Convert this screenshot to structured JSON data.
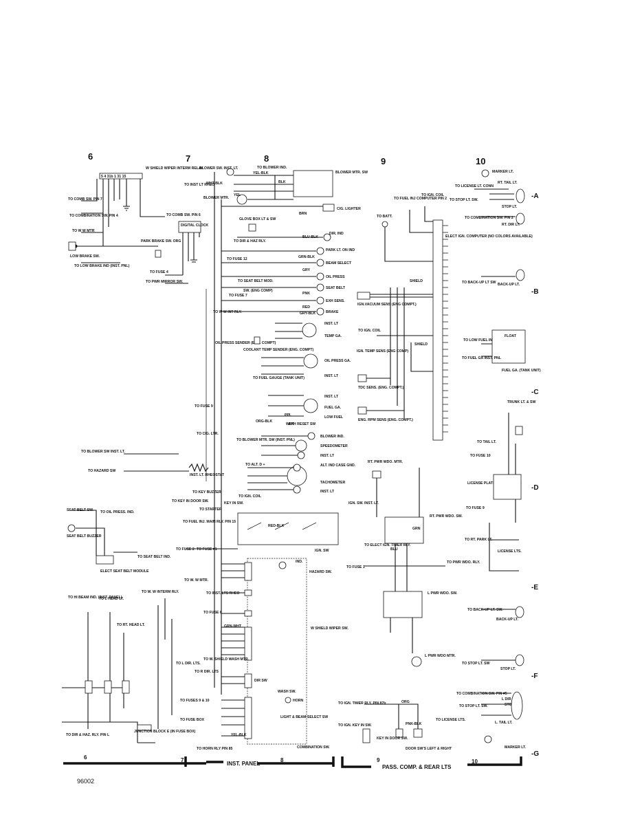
{
  "columns": [
    "6",
    "7",
    "8",
    "9",
    "10"
  ],
  "rows": [
    "-A",
    "-B",
    "-C",
    "-D",
    "-E",
    "-F",
    "-G"
  ],
  "labels": {
    "wshield_relay": "W SHIELD WIPER INTERM RELAY",
    "relay_pins": "5 4 31b 1 31 15",
    "comb_sw_pin7": "TO COMB SW. PIN 7",
    "combination_sw_pin4": "TO COMBINATION SW. PIN 4",
    "ww_mtr": "TO W W MTR",
    "low_brake_sw": "LOW BRAKE SW.",
    "park_brake_sw": "PARK BRAKE SW. ORG",
    "low_brake_ind": "TO LOW BRAKE IND (INST. PNL)",
    "comb_sw_pin6": "TO COMB SW. PIN 6",
    "digital_clock": "DIGITAL CLOCK",
    "fuse4": "TO FUSE 4",
    "pwr_mirror_sw": "TO PWR MIRROR SW.",
    "blower_sw_inst_lt": "BLOWER SW. INST. LT.",
    "blower_ind": "TO BLOWER IND.",
    "inst_lt_rheo": "TO INST LT RHEO",
    "blower_mtr": "BLOWER MTR.",
    "blower_mtr_sw": "BLOWER MTR. SW",
    "cig_lighter": "CIG. LIGHTER",
    "glove_box": "GLOVE BOX LT & SW",
    "dir_haz_rly": "TO DIR & HAZ RLY.",
    "dir_ind": "DIR. IND",
    "park_lt_on_ind": "PARK LT. ON IND",
    "beam_select": "BEAM SELECT",
    "oil_press": "OIL PRESS",
    "seat_belt": "SEAT BELT",
    "exh_sens": "EXH SENS.",
    "brake": "BRAKE",
    "seat_belt_mod": "TO SEAT BELT MOD.",
    "sw_eng_comp": "SW. (ENG COMP)",
    "fuse12": "TO FUSE 12",
    "fuse7": "TO FUSE 7",
    "ww_int_rly": "TO W W INT RLY.",
    "inst_lt": "INST. LT",
    "temp_ga": "TEMP GA.",
    "oil_press_sender": "OIL PRESS SENDER (ENG. COMPT)",
    "coolant_temp_sender": "COOLANT TEMP SENDER (ENG. COMPT)",
    "oil_press_ga": "OIL PRESS GA.",
    "fuel_gauge_tank": "TO FUEL GAUGE (TANK UNIT)",
    "fuel_ga": "FUEL GA.",
    "low_fuel": "LOW FUEL",
    "exh_reset_sw": "EXH RESET SW",
    "fuse9": "TO FUSE 9",
    "cig_ltr": "TO CIG. LTR.",
    "blower_mtr_sw_inst": "TO BLOWER MTR. SW (INST. PNL)",
    "blower_ind_full": "BLOWER IND.",
    "speedometer": "SPEEDOMETER",
    "blower_sw_inst_lt_to": "TO BLOWER SW INST. LT.",
    "hazard_sw_to": "TO HAZARD SW",
    "inst_lt_rheostat": "INST. LT. RHEOSTAT",
    "alt_d": "TO ALT. D +",
    "alt_ind": "ALT. IND CASE GND.",
    "tachometer": "TACHOMETER",
    "ign_coil": "TO IGN. COIL",
    "key_buzzer": "TO KEY BUZZER",
    "key_in_door_sw": "TO KEY IN DOOR SW.",
    "key_in_sw": "KEY IN SW.",
    "starter": "TO STARTER",
    "seat_belt_sw": "SEAT BELT SW.",
    "oil_press_ind": "TO OIL PRESS. IND.",
    "seat_belt_buzzer": "SEAT BELT BUZZER",
    "elect_seat_belt_module": "ELECT SEAT BELT MODULE",
    "seat_belt_ind": "TO SEAT BELT IND.",
    "fuel_inj_main": "TO FUEL INJ. MAIN RLY. PIN 15",
    "fuse2": "TO FUSE 2",
    "fuse1": "TO FUSE #1",
    "ign_sw": "IGN. SW",
    "hi_beam_ind": "TO HI BEAM IND. (INST. PANEL)",
    "l_head_lt": "TO L HEAD LT.",
    "rt_head_lt": "TO RT. HEAD LT.",
    "ww_interm_rly": "TO W. W INTERM RLY.",
    "ww_mtr2": "TO W. W MTR.",
    "inst_lts_rheo": "TO INST. LTS RHEO",
    "fuse6": "TO FUSE 6",
    "hazard_sw": "HAZARD SW.",
    "wshield_wiper_sw": "W SHIELD WIPER SW.",
    "l_dir_lts": "TO L DIR. LTS.",
    "wshield_wash_mtr": "TO W. SHIELD WASH MTR.",
    "r_dir_lts": "TO R DIR. LTS",
    "dir_sw": "DIR SW",
    "wash_sw": "WASH SW.",
    "horn": "HORN",
    "fuses_9_10": "TO FUSES 9 & 10",
    "fuse_box": "TO FUSE BOX",
    "light_beam_select": "LIGHT & BEAM SELECT SW",
    "dir_haz_rly_pin": "TO DIR & HAZ. RLY. PIN L",
    "junction_block": "JUNCTION BLOCK E (IN FUSE BOX)",
    "horn_rly": "TO HORN RLY PIN 85",
    "combination_sw": "COMBINATION SW.",
    "fuel_inj_computer": "TO FUEL INJ COMPUTER PIN 2",
    "to_ign_coil_top": "TO IGN. COIL",
    "to_batt": "TO BATT.",
    "elect_ign_computer": "ELECT IGN. COMPUTER (NO COLORS AVAILABLE)",
    "shield": "SHIELD",
    "ign_vacuum_sens": "IGN.VACUUM SENS (ENG COMPT.)",
    "to_ign_coil_mid": "TO IGN. COIL",
    "ign_temp_sens": "IGN. TEMP SENS (ENG COMP)",
    "tdc_sens": "TDC SENS. (ENG. COMPT.)",
    "eng_rpm_sens": "ENG. RPM SENS (ENG. COMPT.)",
    "rt_pwr_wdo_mtr": "RT. PWR WDO. MTR.",
    "ign_sw_inst_lt": "IGN. SW. INST. LT.",
    "rt_pwr_wdo_sw": "RT. PWR WDO. SW.",
    "elect_ign_timer_rly": "TO ELECT IGN. TIMER RLY.",
    "to_fuse1": "TO FUSE 1",
    "to_pwr_wdo_rly": "TO PWR WDO. RLY.",
    "l_pwr_wdo_sw": "L PWR WDO. SW.",
    "l_pwr_wdo_mtr": "L PWR WDO MTR.",
    "ign_timer_rly": "TO IGN. TIMER RLY. PIN 87b",
    "ign_key_in_sw": "TO IGN. KEY IN SW.",
    "key_in_door_sw2": "KEY IN DOOR SW.",
    "door_sws": "DOOR SW'S LEFT & RIGHT",
    "marker_lt": "MARKER LT.",
    "rt_tail_lt": "RT. TAIL LT.",
    "license_lt_conn": "TO LICENSE LT. CONN",
    "stop_lt_sw": "TO STOP LT. SW.",
    "stop_lt": "STOP LT.",
    "combination_sw_pin2": "TO COMBINATION SW. PIN 2",
    "rt_dir_lt": "RT. DIR LT.",
    "back_up_lt_sw": "TO BACK-UP LT SW",
    "back_up_lt": "BACK-UP LT.",
    "low_fuel_ind": "TO LOW FUEL IND (INST. PNL)",
    "float": "FLOAT",
    "fuel_ga_inst": "TO FUEL GA INST. PNL",
    "fuel_ga_tank": "FUEL GA. (TANK UNIT)",
    "trunk_lt_sw": "TRUNK LT. & SW",
    "tail_lt": "TO TAIL LT.",
    "fuse10": "TO FUSE 10",
    "license_plate_lt": "LICENSE PLATE LT. CONTACTS",
    "to_fuse9": "TO FUSE 9",
    "rt_park_lt": "TO RT. PARK LT.",
    "license_lts": "LICENSE LTS.",
    "back_up_lt_sw2": "TO BACK-UP LT. SW.",
    "back_up_lt2": "BACK-UP LT.",
    "stop_lt_sw2": "TO STOP LT. SW",
    "stop_lt2": "STOP LT.",
    "combination_sw_pin5": "TO COMBINATION SW. PIN #5",
    "l_dir_lt": "L DIR LT.",
    "stop_lt_sw3": "TO STOP LT. SW.",
    "stop_lt3": "STOP LT",
    "license_lts_to": "TO LICENSE LTS.",
    "l_tail_lt": "L. TAIL LT.",
    "marker_lt2": "MARKER LT."
  },
  "wires": [
    "YEL-BLK",
    "WHT-BLK",
    "BLK",
    "YEL",
    "BRN",
    "BLU-BLK",
    "GRN-BLK",
    "GRY",
    "PNK",
    "RED",
    "GRY-BLK",
    "ORG-BLK",
    "RED-BLK",
    "PPL",
    "WHT",
    "GRN",
    "BLU",
    "ORG",
    "GRN-WHT",
    "PNK-BLK",
    "YEL-BLK"
  ],
  "footer": {
    "inst_panel": "INST. PANEL",
    "pass_comp": "PASS. COMP. & REAR LTS",
    "sections": [
      "6",
      "7",
      "8",
      "9",
      "10"
    ]
  },
  "page_code": "96002"
}
